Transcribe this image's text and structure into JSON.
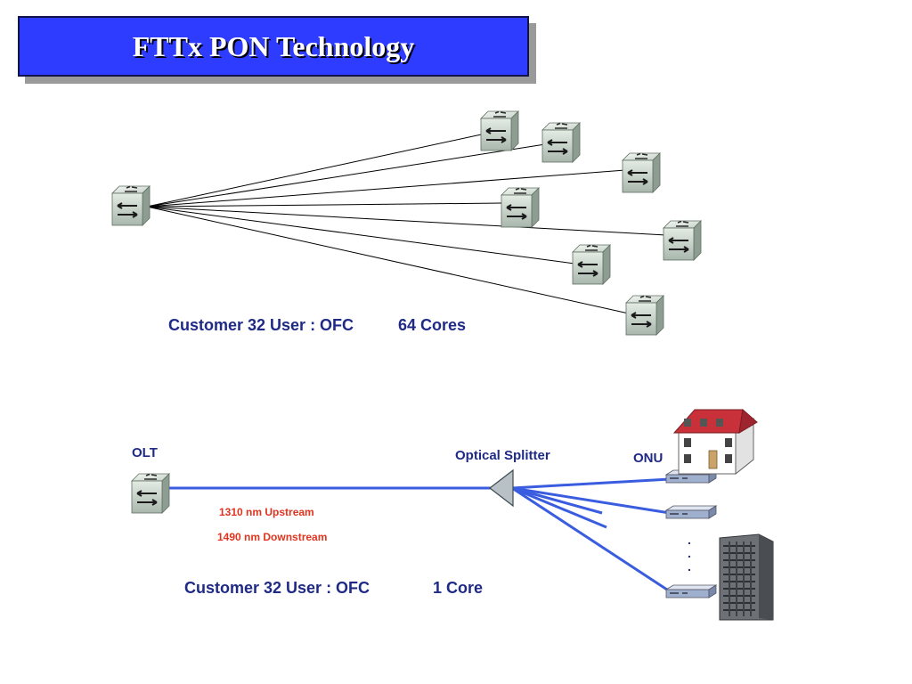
{
  "title": "FTTx PON Technology",
  "top_caption_left": "Customer 32 User : OFC",
  "top_caption_right": "64 Cores",
  "olt_label": "OLT",
  "splitter_label": "Optical Splitter",
  "onu_label": "ONU",
  "upstream_label": "1310 nm Upstream",
  "downstream_label": "1490 nm Downstream",
  "bottom_caption_left": "Customer 32 User : OFC",
  "bottom_caption_right": "1 Core",
  "ellipsis": ".",
  "icons": [
    "router-icon",
    "splitter-icon",
    "onu-icon",
    "house-icon",
    "building-icon"
  ],
  "colors": {
    "title_bg": "#2e3cff",
    "label": "#1f2a86",
    "wavelength": "#e0341f",
    "fiber": "#3a5de0"
  }
}
